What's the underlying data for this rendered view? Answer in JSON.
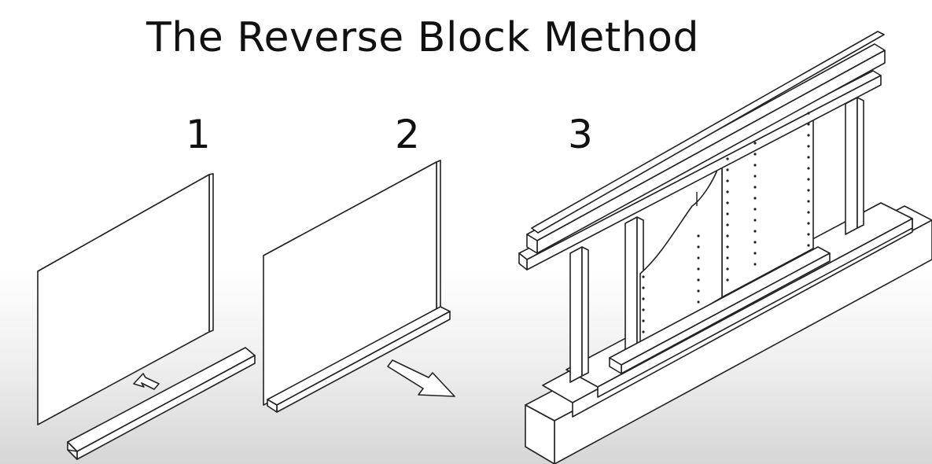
{
  "title": "The Reverse Block Method",
  "steps": [
    {
      "number": "1"
    },
    {
      "number": "2"
    },
    {
      "number": "3"
    }
  ]
}
